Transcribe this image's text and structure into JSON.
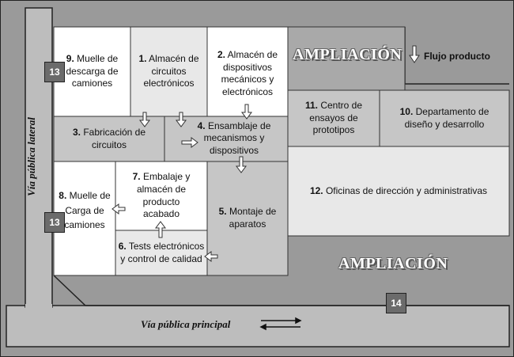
{
  "colors": {
    "background": "#9a9a9a",
    "road": "#bdbdbd",
    "white_zone": "#ffffff",
    "light_zone": "#e8e8e8",
    "medium_zone": "#c6c6c6",
    "dark_zone": "#a9a9a9",
    "badge": "#6b6b6b"
  },
  "legend": {
    "label": "Flujo producto",
    "icon": "down-arrow-icon"
  },
  "zones": {
    "z9": {
      "num": "9.",
      "text": "Muelle de descarga de camiones"
    },
    "z1": {
      "num": "1.",
      "text": "Almacén de circuitos electrónicos"
    },
    "z2": {
      "num": "2.",
      "text": "Almacén de dispositivos mecánicos y electrónicos"
    },
    "z3": {
      "num": "3.",
      "text": "Fabricación de circuitos"
    },
    "z4": {
      "num": "4.",
      "text": "Ensamblaje de mecanismos y dispositivos"
    },
    "z11": {
      "num": "11.",
      "text": "Centro de ensayos de prototipos"
    },
    "z10": {
      "num": "10.",
      "text": "Departamento de diseño y desarrollo"
    },
    "z12": {
      "num": "12.",
      "text": "Oficinas de dirección y administrativas"
    },
    "z7": {
      "num": "7.",
      "text": "Embalaje y almacén de producto acabado"
    },
    "z8": {
      "num": "8.",
      "text": "Muelle de Carga de camiones"
    },
    "z5": {
      "num": "5.",
      "text": "Montaje de aparatos"
    },
    "z6": {
      "num": "6.",
      "text": "Tests electrónicos y control de calidad"
    }
  },
  "ampliacion_top": "AMPLIACIÓN",
  "ampliacion_bottom": "AMPLIACIÓN",
  "badges": {
    "b13a": "13",
    "b13b": "13",
    "b14": "14"
  },
  "roads": {
    "lateral": "Vía pública lateral",
    "principal": "Vía pública principal"
  }
}
